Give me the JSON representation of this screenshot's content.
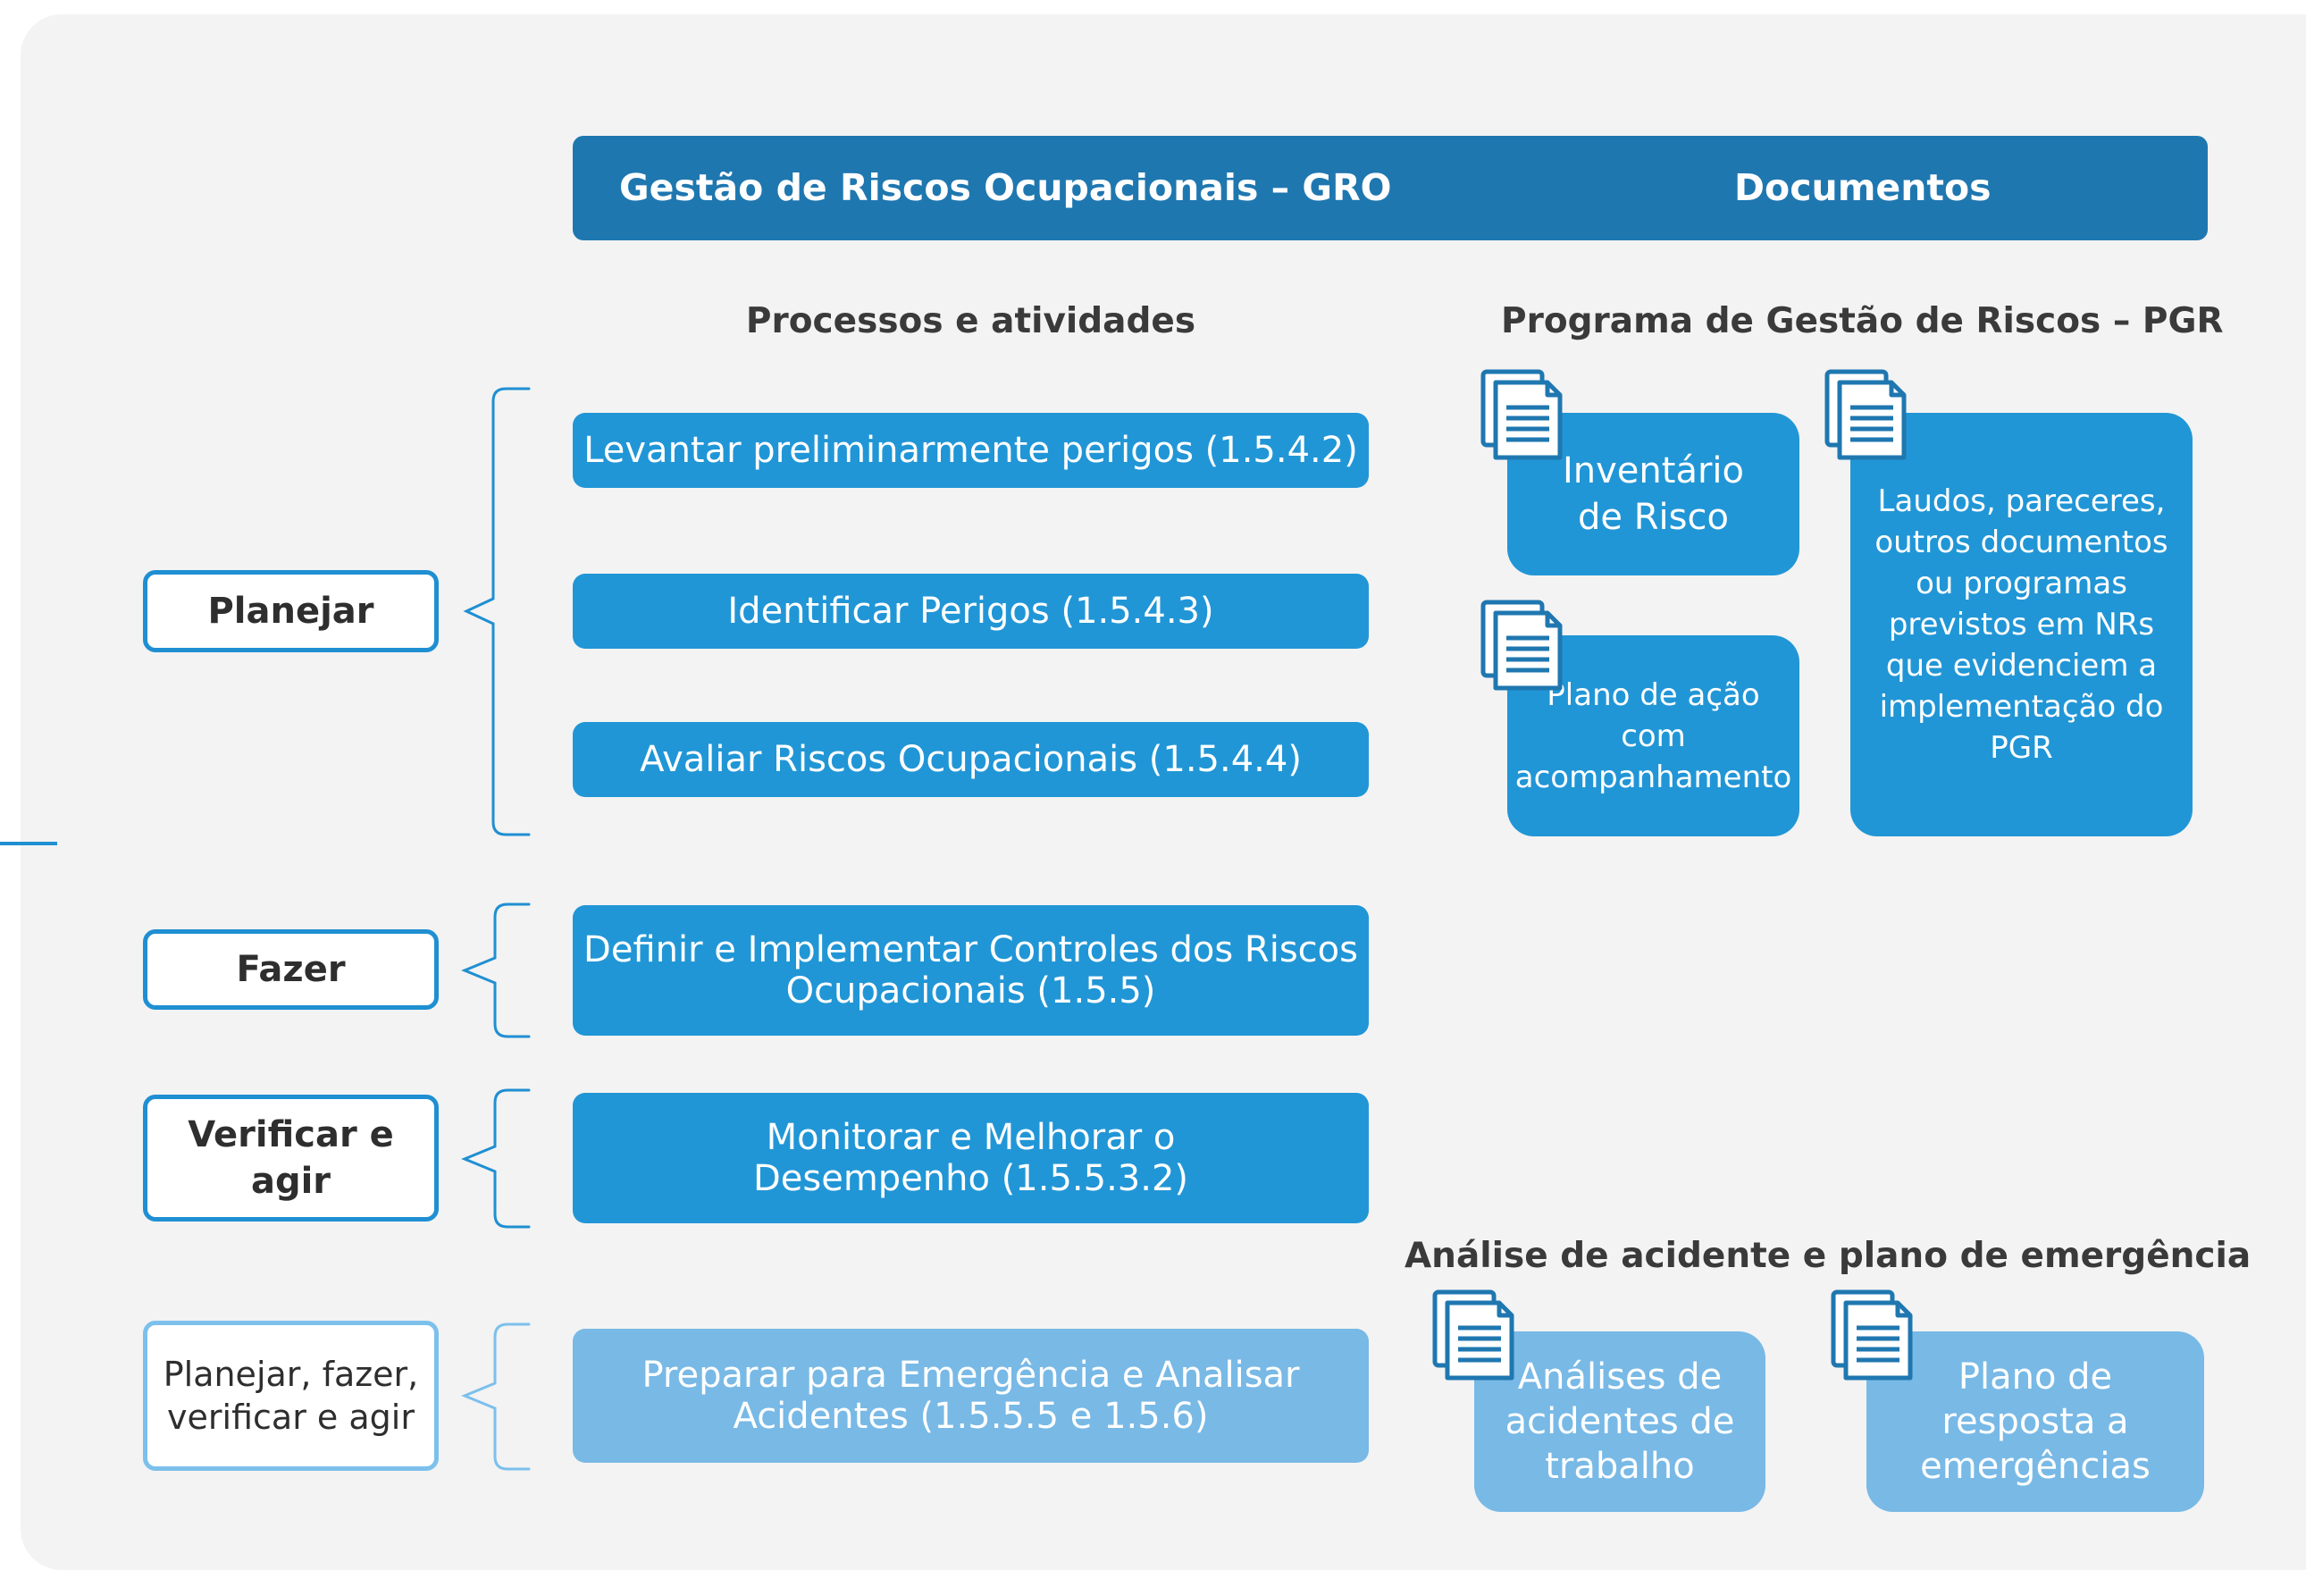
{
  "header": {
    "left_title": "Gestão de Riscos Ocupacionais  – GRO",
    "right_title": "Documentos"
  },
  "processes": {
    "title": "Processos e atividades",
    "steps": [
      "Levantar preliminarmente perigos (1.5.4.2)",
      "Identificar Perigos (1.5.4.3)",
      "Avaliar Riscos Ocupacionais (1.5.4.4)",
      "Definir e Implementar Controles dos Riscos Ocupacionais (1.5.5)",
      "Monitorar e Melhorar o Desempenho (1.5.5.3.2)",
      "Preparar para Emergência e Analisar Acidentes (1.5.5.5 e 1.5.6)"
    ]
  },
  "phases": {
    "planejar": "Planejar",
    "fazer": "Fazer",
    "verificar": "Verificar e agir",
    "pdca": "Planejar, fazer, verificar e agir"
  },
  "pgr": {
    "title": "Programa de Gestão de Riscos  – PGR",
    "docs": [
      "Inventário de Risco",
      "Plano de ação com acompanhamento",
      "Laudos, pareceres, outros documentos ou programas previstos em NRs que evidenciem a implementação do PGR"
    ]
  },
  "emergency": {
    "title": "Análise de acidente e plano de emergência",
    "docs": [
      "Análises de acidentes de trabalho",
      "Plano de resposta a emergências"
    ]
  },
  "icons": {
    "document": "document-icon"
  },
  "colors": {
    "header": "#1f77b0",
    "step": "#2196d6",
    "step_light": "#78b9e6",
    "phase_border": "#1f8fd2",
    "phase_border_light": "#7cc0ec"
  }
}
